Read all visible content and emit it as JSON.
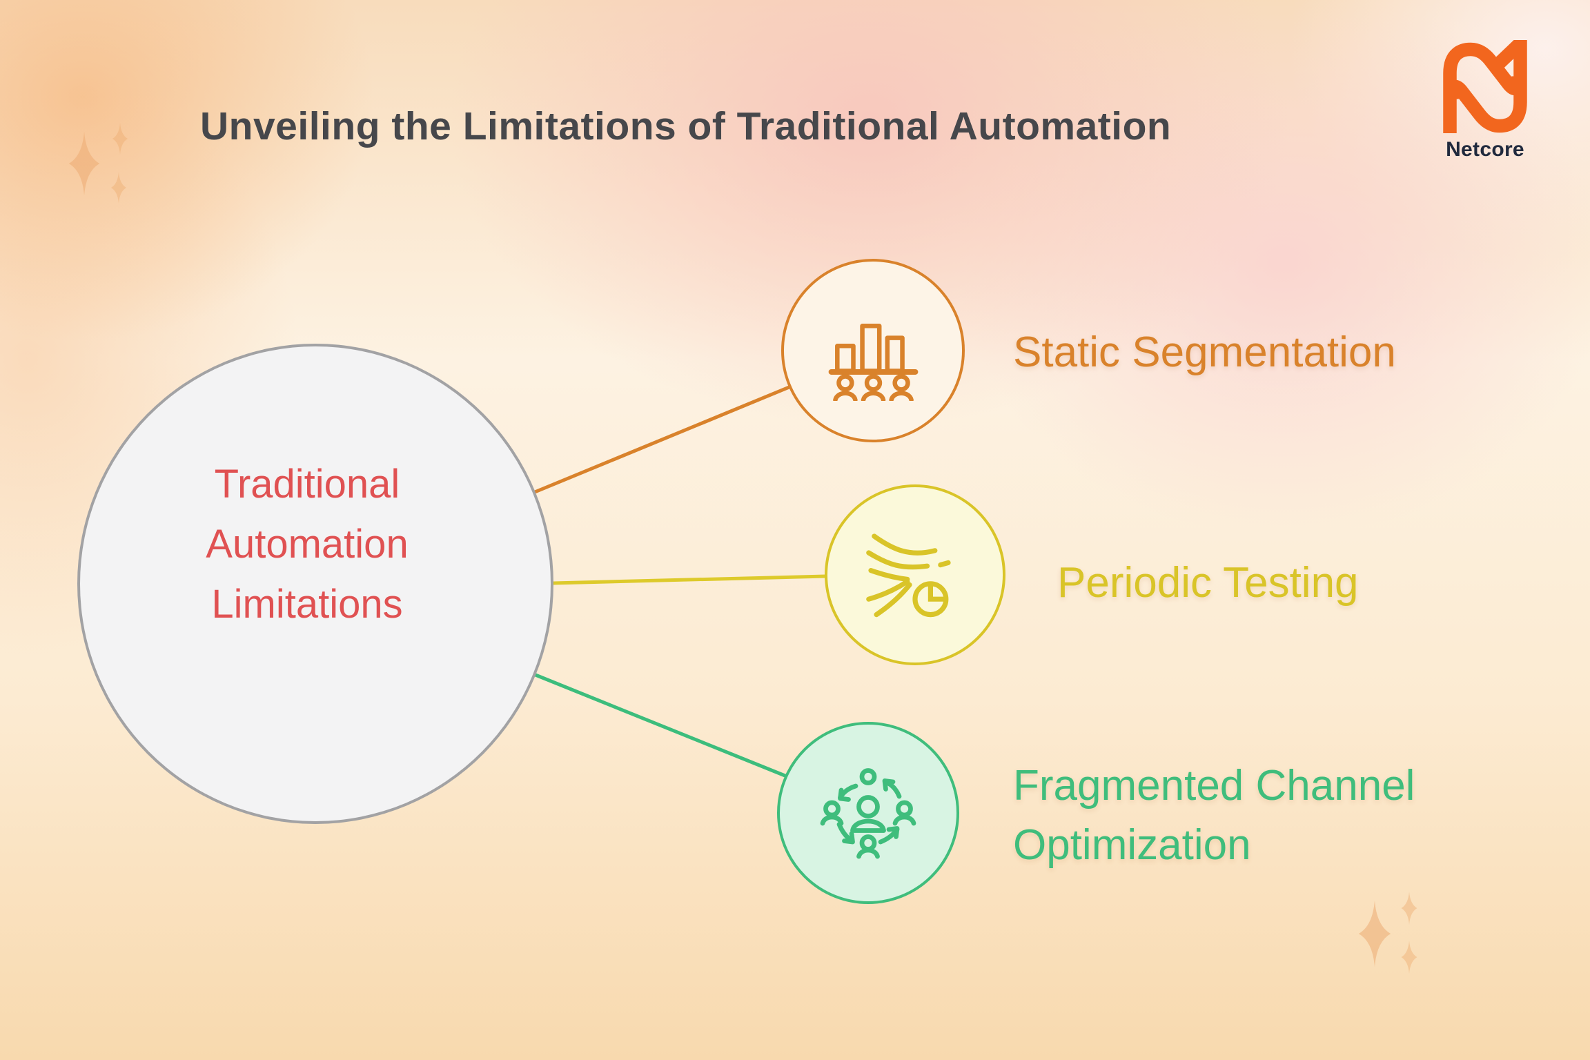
{
  "title": "Unveiling the Limitations of Traditional Automation",
  "brand": {
    "name": "Netcore",
    "logo_icon": "netcore-n-icon",
    "logo_color": "#f2661e",
    "wordmark_color": "#20293d"
  },
  "center_node": {
    "label": "Traditional Automation Limitations",
    "lines": [
      "Traditional",
      "Automation",
      "Limitations"
    ],
    "text_color": "#e05152",
    "fill": "#f3f3f4",
    "border_color": "#a2a2a4"
  },
  "nodes": [
    {
      "label": "Static Segmentation",
      "color": "#d9822b",
      "fill": "#fdf4e7",
      "icon": "bar-chart-audience-icon"
    },
    {
      "label": "Periodic Testing",
      "color": "#d9c428",
      "fill": "#fbf9da",
      "icon": "flow-lines-clock-icon"
    },
    {
      "label": "Fragmented Channel Optimization",
      "color": "#3fbd7c",
      "fill": "#d8f4e3",
      "icon": "people-network-arrows-icon"
    }
  ],
  "decorations": {
    "sparkle_icon": "four-point-sparkle-icon",
    "sparkle_color": "#edac72"
  }
}
